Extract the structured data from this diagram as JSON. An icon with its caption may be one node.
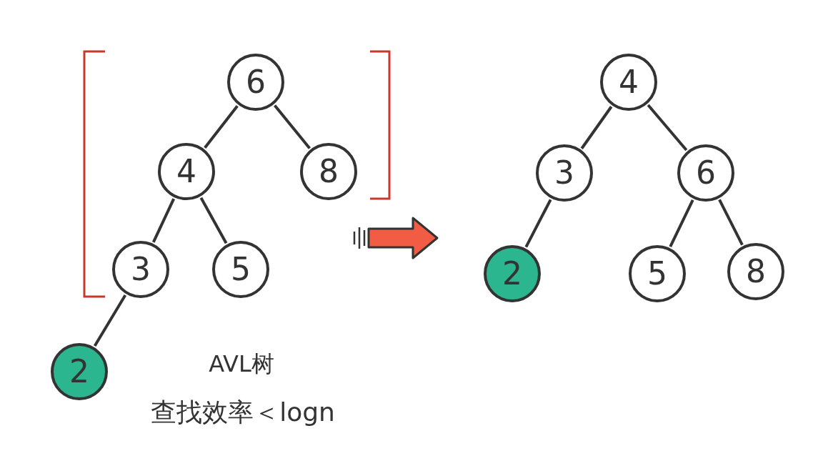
{
  "diagram": {
    "nodes": [
      {
        "text": [
          "6"
        ]
      },
      {
        "text": [
          "4"
        ]
      },
      {
        "text": [
          "8"
        ]
      },
      {
        "text": [
          "3"
        ]
      },
      {
        "text": [
          "5"
        ]
      },
      {
        "text": [
          "2"
        ]
      },
      {
        "text": [
          "4"
        ]
      },
      {
        "text": [
          "3"
        ]
      },
      {
        "text": [
          "6"
        ]
      },
      {
        "text": [
          "2"
        ]
      },
      {
        "text": [
          "5"
        ]
      },
      {
        "text": [
          "8"
        ]
      }
    ],
    "edges": [
      {
        "from": 0,
        "to": 1,
        "arrow": "none"
      },
      {
        "from": 0,
        "to": 2,
        "arrow": "none"
      },
      {
        "from": 1,
        "to": 3,
        "arrow": "none"
      },
      {
        "from": 1,
        "to": 4,
        "arrow": "none"
      },
      {
        "from": 3,
        "to": 5,
        "arrow": "none"
      },
      {
        "from": 6,
        "to": 7,
        "arrow": "none"
      },
      {
        "from": 6,
        "to": 8,
        "arrow": "none"
      },
      {
        "from": 7,
        "to": 9,
        "arrow": "none"
      },
      {
        "from": 8,
        "to": 10,
        "arrow": "none"
      },
      {
        "from": 8,
        "to": 11,
        "arrow": "none"
      }
    ],
    "labels": [
      "AVL树",
      "查找效率＜logn"
    ]
  }
}
